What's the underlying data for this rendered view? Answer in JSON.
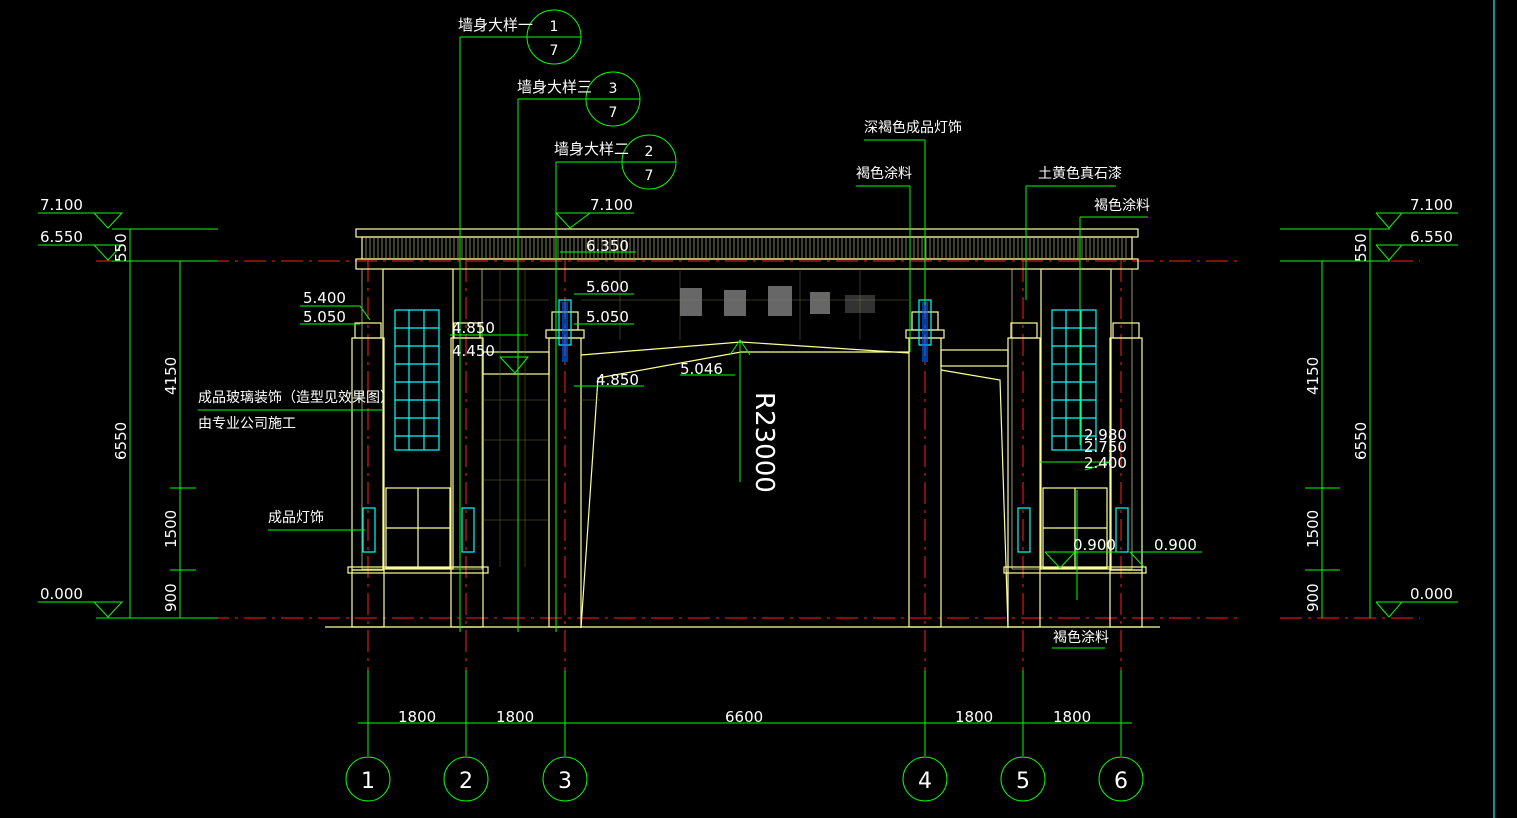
{
  "colors": {
    "background": "#000000",
    "dimension": "#00ff00",
    "outline": "#ffff99",
    "axis_red": "#ff2020",
    "glass": "#00ffff",
    "text": "#ffffff",
    "right_border": "#00cccc"
  },
  "section_refs": [
    {
      "label": "墙身大样一",
      "num": "1",
      "sheet": "7"
    },
    {
      "label": "墙身大样三",
      "num": "3",
      "sheet": "7"
    },
    {
      "label": "墙身大样二",
      "num": "2",
      "sheet": "7"
    }
  ],
  "notes": {
    "dark_brown_light": "深褐色成品灯饰",
    "brown_paint_1": "褐色涂料",
    "yellow_stone": "土黄色真石漆",
    "brown_paint_2": "褐色涂料",
    "glass_line1": "成品玻璃装饰（造型见效果图）",
    "glass_line2": "由专业公司施工",
    "light_fixture": "成品灯饰",
    "brown_paint_bottom": "褐色涂料"
  },
  "elevations": {
    "left_top": "7.100",
    "left_eave": "6.550",
    "left_zero": "0.000",
    "right_top": "7.100",
    "right_eave": "6.550",
    "right_zero": "0.000",
    "inner": [
      "7.100",
      "6.350",
      "5.600",
      "5.050",
      "5.400",
      "5.050",
      "4.850",
      "4.450",
      "4.850",
      "5.046",
      "2.980",
      "2.750",
      "2.400",
      "0.900",
      "0.900"
    ]
  },
  "vertical_dims": {
    "left": [
      "550",
      "4150",
      "6550",
      "1500",
      "900"
    ],
    "right": [
      "550",
      "4150",
      "6550",
      "1500",
      "900"
    ]
  },
  "radius_label": "R23000",
  "bottom_dims": [
    "1800",
    "1800",
    "6600",
    "1800",
    "1800"
  ],
  "axes": [
    "1",
    "2",
    "3",
    "4",
    "5",
    "6"
  ]
}
